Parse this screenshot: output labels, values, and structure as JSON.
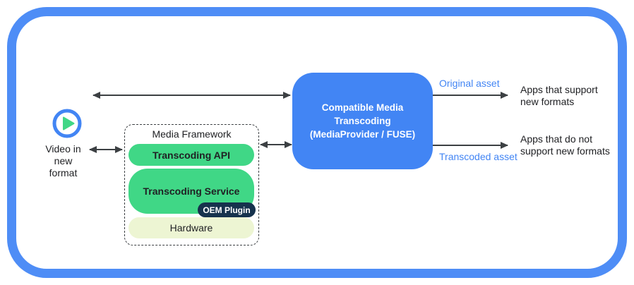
{
  "diagram": {
    "source": {
      "icon": "play-icon",
      "label": "Video in\nnew\nformat"
    },
    "framework": {
      "title": "Media Framework",
      "api_label": "Transcoding API",
      "service_label": "Transcoding Service",
      "oem_label": "OEM Plugin",
      "hardware_label": "Hardware"
    },
    "transcoder": {
      "label": "Compatible Media\nTranscoding\n(MediaProvider / FUSE)"
    },
    "outputs": {
      "original": {
        "asset": "Original asset",
        "target": "Apps that support\nnew formats"
      },
      "transcoded": {
        "asset": "Transcoded asset",
        "target": "Apps that do not\nsupport new formats"
      }
    }
  },
  "colors": {
    "frame_blue": "#4E8DF6",
    "box_blue": "#4285F4",
    "accent_blue": "#4285F4",
    "green": "#40D786",
    "navy": "#16324D",
    "cream": "#EDF5D3",
    "arrow_gray": "#3C4043",
    "text_dark": "#202124"
  }
}
